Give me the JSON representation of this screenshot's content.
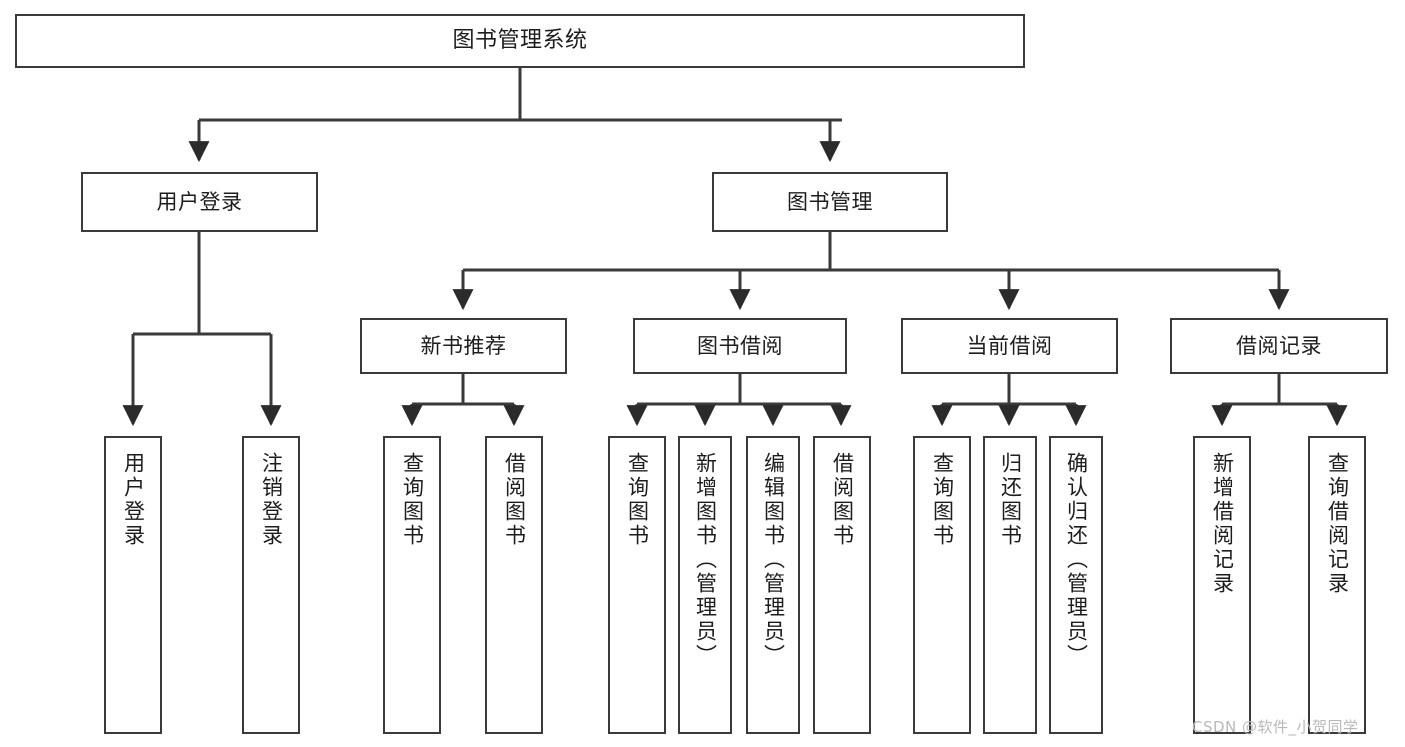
{
  "diagram": {
    "title": "图书管理系统",
    "type": "hierarchy-tree",
    "background_color": "#ffffff",
    "line_color": "#3a3a3a",
    "text_color": "#1d1d1d"
  },
  "nodes": {
    "root": {
      "label": "图书管理系统",
      "orientation": "horizontal"
    },
    "level1": [
      {
        "id": "user-login",
        "label": "用户登录",
        "orientation": "horizontal"
      },
      {
        "id": "book-management",
        "label": "图书管理",
        "orientation": "horizontal"
      }
    ],
    "level2": [
      {
        "id": "new-book-recommend",
        "label": "新书推荐",
        "orientation": "horizontal",
        "parent": "book-management"
      },
      {
        "id": "book-borrow",
        "label": "图书借阅",
        "orientation": "horizontal",
        "parent": "book-management"
      },
      {
        "id": "current-borrow",
        "label": "当前借阅",
        "orientation": "horizontal",
        "parent": "book-management"
      },
      {
        "id": "borrow-record",
        "label": "借阅记录",
        "orientation": "horizontal",
        "parent": "book-management"
      }
    ],
    "leaves": [
      {
        "id": "leaf-user-login",
        "label": "用户登录",
        "parent": "user-login"
      },
      {
        "id": "leaf-logout-login",
        "label": "注销登录",
        "parent": "user-login"
      },
      {
        "id": "leaf-query-book-1",
        "label": "查询图书",
        "parent": "new-book-recommend"
      },
      {
        "id": "leaf-borrow-book-1",
        "label": "借阅图书",
        "parent": "new-book-recommend"
      },
      {
        "id": "leaf-query-book-2",
        "label": "查询图书",
        "parent": "book-borrow"
      },
      {
        "id": "leaf-add-book",
        "label": "新增图书（管理员）",
        "parent": "book-borrow"
      },
      {
        "id": "leaf-edit-book",
        "label": "编辑图书（管理员）",
        "parent": "book-borrow"
      },
      {
        "id": "leaf-borrow-book-2",
        "label": "借阅图书",
        "parent": "book-borrow"
      },
      {
        "id": "leaf-query-book-3",
        "label": "查询图书",
        "parent": "current-borrow"
      },
      {
        "id": "leaf-return-book",
        "label": "归还图书",
        "parent": "current-borrow"
      },
      {
        "id": "leaf-confirm-return",
        "label": "确认归还（管理员）",
        "parent": "current-borrow"
      },
      {
        "id": "leaf-add-record",
        "label": "新增借阅记录",
        "parent": "borrow-record"
      },
      {
        "id": "leaf-query-record",
        "label": "查询借阅记录",
        "parent": "borrow-record"
      }
    ]
  },
  "watermark": {
    "text": "CSDN @软件_小贺同学"
  }
}
